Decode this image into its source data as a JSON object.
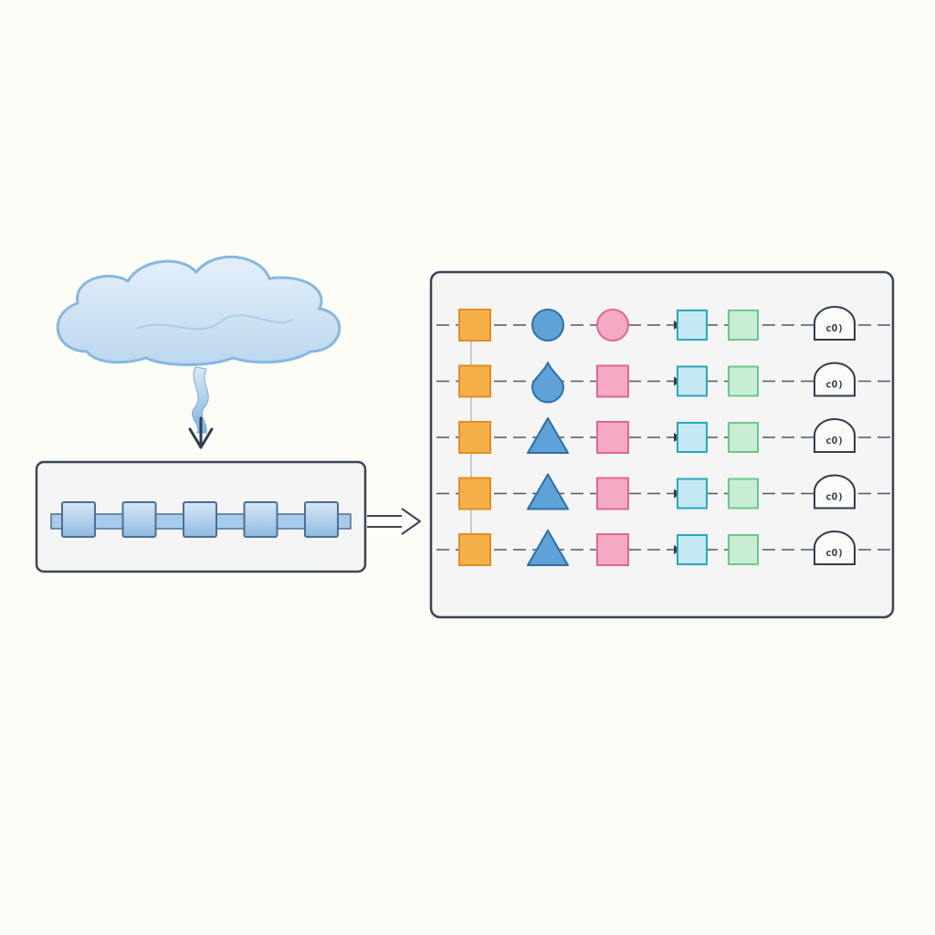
{
  "colors": {
    "background": "#fdfdf8",
    "frame_stroke": "#3a4556",
    "frame_fill": "#f4f5f4",
    "cloud_fill": "#cfe3f3",
    "cloud_stroke": "#86b8de",
    "orange": "#f5b04a",
    "orange_stroke": "#e38d1f",
    "blue_shape": "#5fa2d8",
    "blue_shape_stroke": "#2d6fa8",
    "pink": "#f5a9c4",
    "pink_stroke": "#e06694",
    "cyan": "#c5e9f2",
    "cyan_stroke": "#2aa6bf",
    "green": "#c9ecd4",
    "green_stroke": "#6ac98a",
    "chain_fill": "#a9cbeb",
    "chain_stroke": "#4a6f97"
  },
  "source": {
    "icon": "cloud-icon",
    "arrow_icon": "arrow-down-icon"
  },
  "pipeline": {
    "block_count": 5,
    "arrow_icon": "arrow-right-icon"
  },
  "grid": {
    "rows": [
      {
        "shapes": [
          "square",
          "circle",
          "circle",
          "square",
          "square",
          "dome"
        ],
        "glyph": "cO)"
      },
      {
        "shapes": [
          "square",
          "drop",
          "square",
          "square",
          "square",
          "dome"
        ],
        "glyph": "cO)"
      },
      {
        "shapes": [
          "square",
          "triangle",
          "square",
          "square",
          "square",
          "dome"
        ],
        "glyph": "cO)"
      },
      {
        "shapes": [
          "square",
          "triangle",
          "square",
          "square",
          "square",
          "dome"
        ],
        "glyph": "cO)"
      },
      {
        "shapes": [
          "square",
          "triangle",
          "square",
          "square",
          "square",
          "dome"
        ],
        "glyph": "cO)"
      }
    ]
  }
}
